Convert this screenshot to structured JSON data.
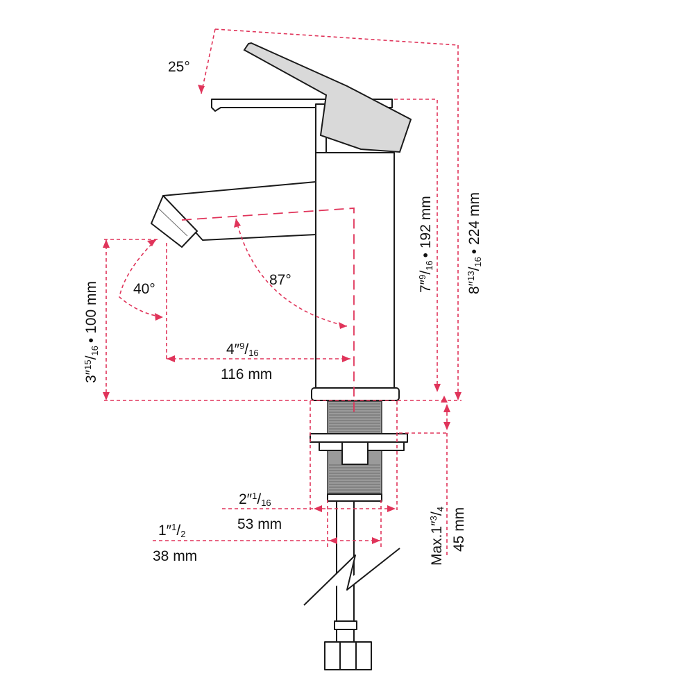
{
  "diagram": {
    "colors": {
      "dimension": "#e0345a",
      "outline": "#1a1a1a",
      "thread": "#9a9a9a",
      "lever": "#d9d9d9"
    },
    "labels": {
      "lever_angle": "25°",
      "spout_angle": "87°",
      "aerator_angle": "40°",
      "reach_in": {
        "whole": "4″",
        "num": "9",
        "den": "16"
      },
      "reach_mm": "116 mm",
      "spout_height": {
        "whole": "3″",
        "num": "15",
        "den": "16",
        "mm": "• 100 mm"
      },
      "body_height": {
        "whole": "7″",
        "num": "9",
        "den": "16",
        "mm": "• 192 mm"
      },
      "total_height": {
        "whole": "8″",
        "num": "13",
        "den": "16",
        "mm": "• 224 mm"
      },
      "base_diameter_in": {
        "whole": "2″",
        "num": "1",
        "den": "16"
      },
      "base_diameter_mm": "53 mm",
      "hole_diameter_in": {
        "whole": "1″",
        "num": "1",
        "den": "2"
      },
      "hole_diameter_mm": "38 mm",
      "max_deck": {
        "prefix": "Max.1″",
        "num": "3",
        "den": "4"
      },
      "max_deck_mm": "45 mm"
    }
  }
}
